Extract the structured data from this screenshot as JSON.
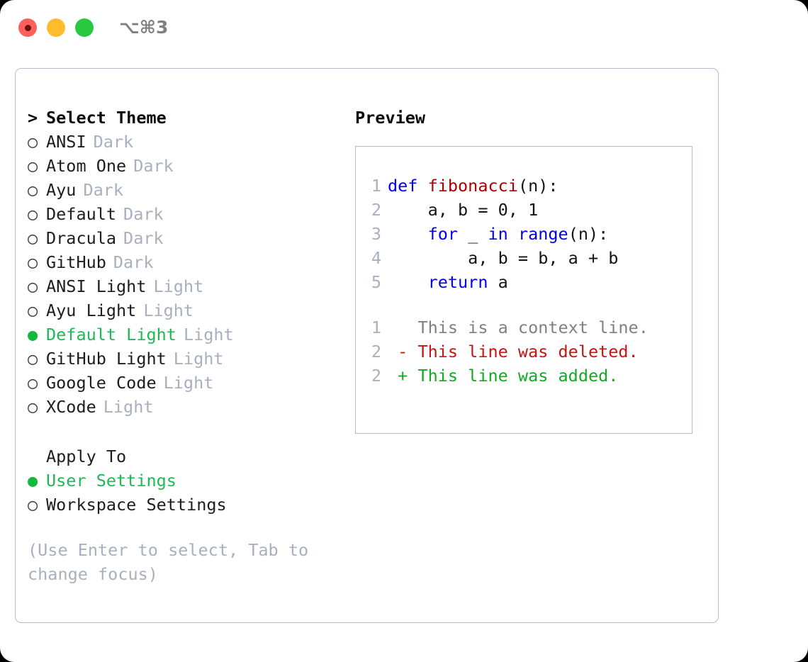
{
  "titlebar": {
    "shortcut": "⌥⌘3",
    "buttons": [
      {
        "name": "close",
        "color": "#ff6059"
      },
      {
        "name": "minimize",
        "color": "#ffbd2e"
      },
      {
        "name": "maximize",
        "color": "#28c840"
      }
    ]
  },
  "theme_picker": {
    "header_marker": ">",
    "header": "Select Theme",
    "marker_selected": "●",
    "marker_unselected": "○",
    "items": [
      {
        "name": "ANSI",
        "suffix": "Dark",
        "selected": false
      },
      {
        "name": "Atom One",
        "suffix": "Dark",
        "selected": false
      },
      {
        "name": "Ayu",
        "suffix": "Dark",
        "selected": false
      },
      {
        "name": "Default",
        "suffix": "Dark",
        "selected": false
      },
      {
        "name": "Dracula",
        "suffix": "Dark",
        "selected": false
      },
      {
        "name": "GitHub",
        "suffix": "Dark",
        "selected": false
      },
      {
        "name": "ANSI Light",
        "suffix": "Light",
        "selected": false
      },
      {
        "name": "Ayu Light",
        "suffix": "Light",
        "selected": false
      },
      {
        "name": "Default Light",
        "suffix": "Light",
        "selected": true
      },
      {
        "name": "GitHub Light",
        "suffix": "Light",
        "selected": false
      },
      {
        "name": "Google Code",
        "suffix": "Light",
        "selected": false
      },
      {
        "name": "XCode",
        "suffix": "Light",
        "selected": false
      }
    ]
  },
  "apply_to": {
    "title": "Apply To",
    "items": [
      {
        "name": "User Settings",
        "selected": true
      },
      {
        "name": "Workspace Settings",
        "selected": false
      }
    ]
  },
  "hint": "(Use Enter to select, Tab to change focus)",
  "preview": {
    "label": "Preview",
    "code_lines": [
      {
        "no": "1",
        "tokens": [
          {
            "t": "def ",
            "c": "kw"
          },
          {
            "t": "fibonacci",
            "c": "fn"
          },
          {
            "t": "(n):",
            "c": "pln"
          }
        ]
      },
      {
        "no": "2",
        "tokens": [
          {
            "t": "    a, b = 0, 1",
            "c": "pln"
          }
        ]
      },
      {
        "no": "3",
        "tokens": [
          {
            "t": "    ",
            "c": "pln"
          },
          {
            "t": "for",
            "c": "kw"
          },
          {
            "t": " _ ",
            "c": "pln"
          },
          {
            "t": "in range",
            "c": "kw"
          },
          {
            "t": "(n):",
            "c": "pln"
          }
        ]
      },
      {
        "no": "4",
        "tokens": [
          {
            "t": "        a, b = b, a + b",
            "c": "pln"
          }
        ]
      },
      {
        "no": "5",
        "tokens": [
          {
            "t": "    ",
            "c": "pln"
          },
          {
            "t": "return",
            "c": "kw"
          },
          {
            "t": " a",
            "c": "pln"
          }
        ]
      }
    ],
    "diff_lines": [
      {
        "no": "1",
        "sign": " ",
        "text": " This is a context line.",
        "c": "ctx"
      },
      {
        "no": "2",
        "sign": "-",
        "text": " This line was deleted.",
        "c": "del"
      },
      {
        "no": "2",
        "sign": "+",
        "text": " This line was added.",
        "c": "add"
      }
    ]
  },
  "colors": {
    "accent_green": "#1db954",
    "muted": "#a8b0bd",
    "keyword": "#0000ee",
    "function": "#aa0000",
    "added": "#11aa22",
    "deleted": "#cc1111",
    "border": "#b4bdcc"
  }
}
